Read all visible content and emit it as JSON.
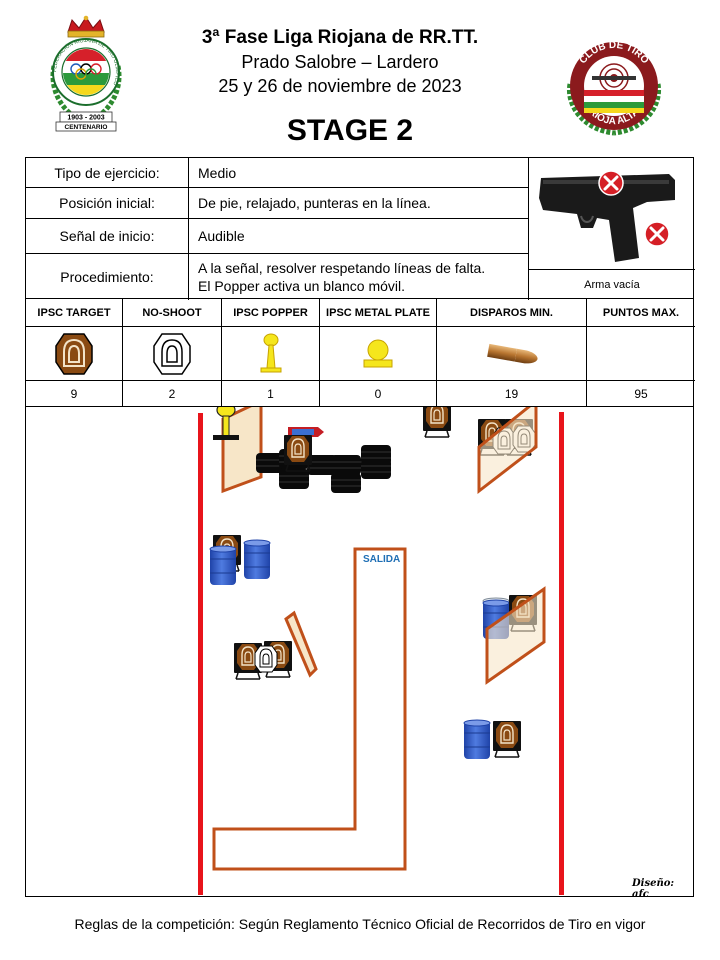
{
  "header": {
    "title": "3ª Fase Liga Riojana de RR.TT.",
    "location": "Prado Salobre – Lardero",
    "dates": "25 y 26 de noviembre  de 2023",
    "stage": "STAGE 2",
    "logo_left": {
      "ring_text": "FEDERACIÓN RIOJANA DE TIRO OLÍMPICO",
      "years": "1903 - 2003",
      "ribbon": "CENTENARIO"
    },
    "logo_right": {
      "top_text": "CLUB DE TIRO",
      "bottom_text": "RIOJA ALTA"
    }
  },
  "info": {
    "rows": [
      {
        "label": "Tipo de ejercicio:",
        "value": "Medio"
      },
      {
        "label": "Posición inicial:",
        "value": "De pie, relajado, punteras en la línea."
      },
      {
        "label": "Señal de inicio:",
        "value": "Audible"
      }
    ],
    "procedure": {
      "label": "Procedimiento:",
      "line1": "A la señal, resolver respetando líneas de falta.",
      "line2": "El Popper  activa un blanco móvil."
    },
    "gun_caption": "Arma vacía"
  },
  "targets": {
    "headers": [
      "IPSC TARGET",
      "NO-SHOOT",
      "IPSC POPPER",
      "IPSC METAL PLATE",
      "DISPAROS MIN.",
      "PUNTOS MAX."
    ],
    "values": [
      "9",
      "2",
      "1",
      "0",
      "19",
      "95"
    ]
  },
  "diagram": {
    "start_label": "SALIDA",
    "designer": "Diseño: afc"
  },
  "footer": "Reglas de la competición: Según Reglamento Técnico Oficial de Recorridos de Tiro en vigor",
  "colors": {
    "fault_line": "#e8141b",
    "course_wall": "#c0501a",
    "target_brown": "#8a4a12",
    "barrel_blue": "#2a55c4",
    "popper_yellow": "#f5e61c",
    "salida_blue": "#1f6fb5"
  }
}
